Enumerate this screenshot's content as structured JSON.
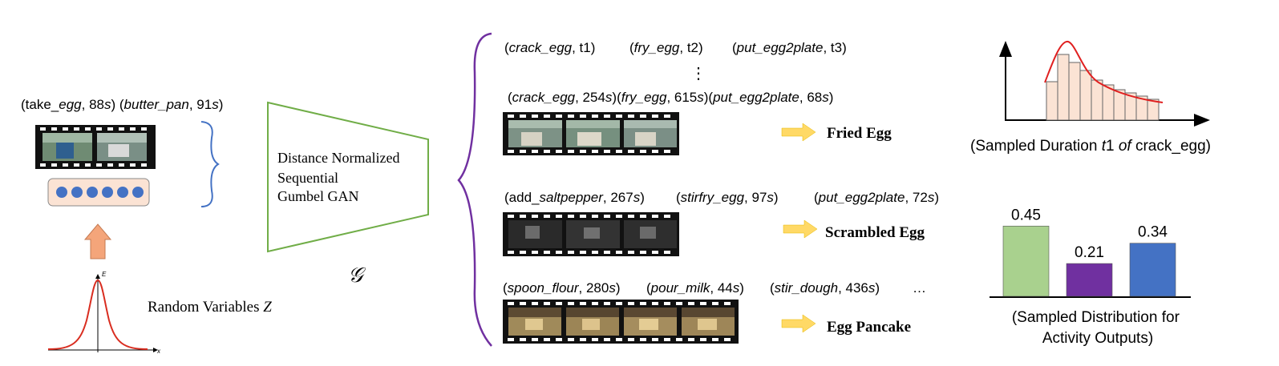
{
  "input": {
    "actions_line": [
      "(take_",
      "egg",
      ", 88",
      "s",
      ") (",
      "butter_pan",
      ", 91",
      "s",
      ")"
    ],
    "noise_caption_prefix": "Random Variables ",
    "noise_caption_var": "Z",
    "gaussian_axis_e": "E",
    "gaussian_axis_x": "x"
  },
  "generator": {
    "lines": [
      "Distance Normalized",
      "Sequential",
      "Gumbel GAN"
    ],
    "symbol": "𝒢"
  },
  "outputs": {
    "generic_line": {
      "parts": [
        "(",
        "crack_egg",
        ", t1)",
        "(",
        "fry_egg",
        ", t2)",
        "(",
        "put_egg2plate",
        ", t3)"
      ]
    },
    "ellipsis": "⋮",
    "rows": [
      {
        "actions": [
          "(",
          "crack_egg",
          ", 254",
          "s",
          ")(",
          "fry_egg",
          ", 615",
          "s",
          ")(",
          "put_egg2plate",
          ", 68",
          "s",
          ")"
        ],
        "label": "Fried Egg",
        "color": "#5b9a3c"
      },
      {
        "actions": [
          "(add_",
          "saltpepper",
          ", 267",
          "s",
          ")",
          "(",
          "stirfry_egg",
          ", 97",
          "s",
          ")",
          "(",
          "put_egg2plate",
          ", 72",
          "s",
          ")"
        ],
        "label": "Scrambled Egg",
        "color": "#7030a0"
      },
      {
        "actions": [
          "(",
          "spoon_flour",
          ", 280",
          "s",
          ")",
          "(",
          "pour_milk",
          ", 44",
          "s",
          ")",
          "(",
          "stir_dough",
          ", 436",
          "s",
          ")",
          "…"
        ],
        "label": "Egg Pancake",
        "color": "#3a64b0"
      }
    ]
  },
  "histogram": {
    "caption_parts": [
      "(Sampled Duration ",
      "t",
      "1 ",
      "of",
      " crack_egg)"
    ]
  },
  "chart_data": {
    "type": "bar",
    "categories": [
      "Fried Egg",
      "Scrambled Egg",
      "Egg Pancake"
    ],
    "values": [
      0.45,
      0.21,
      0.34
    ],
    "value_labels": [
      "0.45",
      "0.21",
      "0.34"
    ],
    "colors": [
      "#a9d18e",
      "#7030a0",
      "#4472c4"
    ],
    "caption": [
      "(Sampled Distribution for",
      "Activity Outputs)"
    ]
  }
}
